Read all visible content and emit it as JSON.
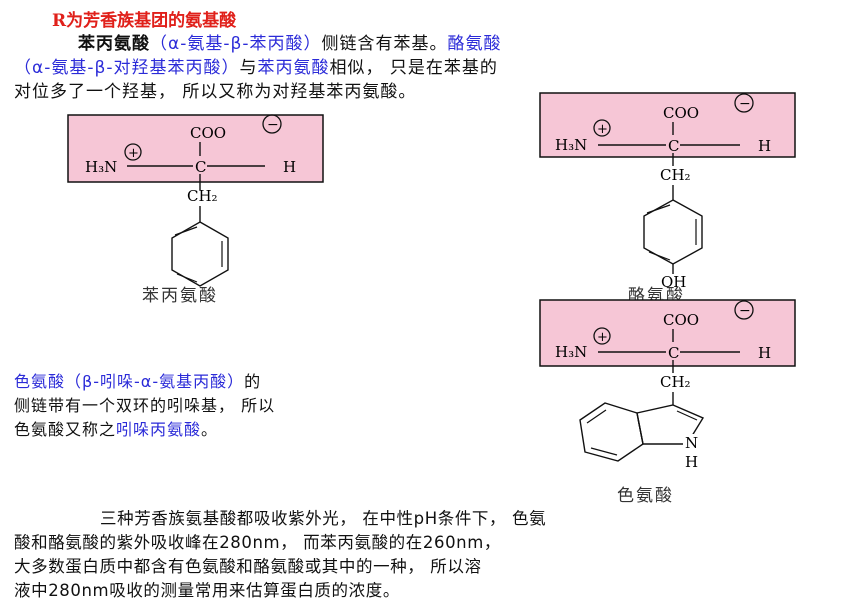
{
  "title": "R为芳香族基团的氨基酸",
  "para1": {
    "phe_name": "苯丙氨酸",
    "phe_alias": "（α-氨基-β-苯丙酸）",
    "text_a": "侧链含有苯基。",
    "tyr_name": "酪氨酸",
    "tyr_alias": "（α-氨基-β-对羟基苯丙酸）",
    "text_b": "与",
    "phe_ref": "苯丙氨酸",
    "text_c": "相似， 只是在苯基的",
    "line3": "对位多了一个羟基， 所以又称为对羟基苯丙氨酸。"
  },
  "structures": {
    "cooh": "COO",
    "nh3": "H₃N",
    "carbon": "C",
    "hydrogen": "H",
    "ch2": "CH₂",
    "hydroxyl": "OH",
    "ring_n": "N",
    "ring_h": "H",
    "plus_sign": "+",
    "minus_sign": "−",
    "phe_caption": "苯丙氨酸",
    "tyr_caption": "酪氨酸",
    "trp_caption": "色氨酸",
    "fill_color": "#f6c6d6"
  },
  "trp": {
    "name": "色氨酸",
    "alias": "（β-吲哚-α-氨基丙酸）",
    "text_a": "的",
    "line2": "侧链带有一个双环的吲哚基， 所以",
    "text_b": "色氨酸又称之",
    "alt_name": "吲哚丙氨酸",
    "text_c": "。"
  },
  "bottom": {
    "l1": "三种芳香族氨基酸都吸收紫外光， 在中性pH条件下， 色氨",
    "l2": "酸和酪氨酸的紫外吸收峰在280nm， 而苯丙氨酸的在260nm，",
    "l3": "大多数蛋白质中都含有色氨酸和酪氨酸或其中的一种， 所以溶",
    "l4": "液中280nm吸收的测量常用来估算蛋白质的浓度。"
  }
}
